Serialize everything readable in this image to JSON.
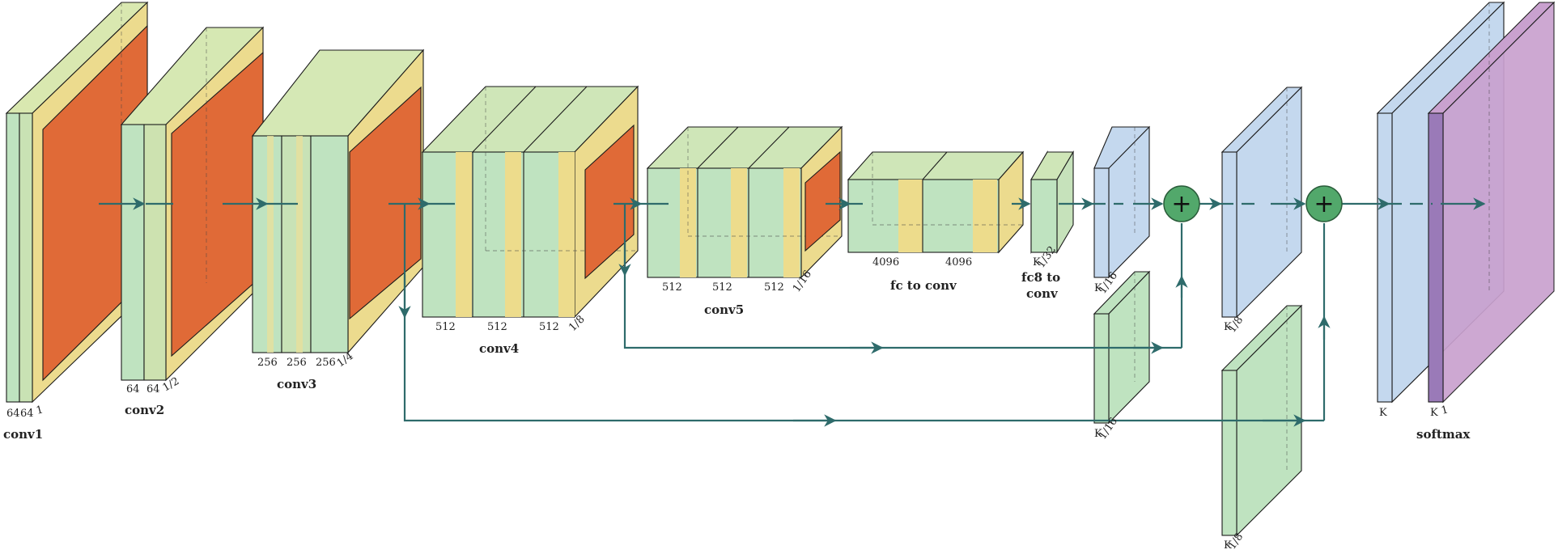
{
  "colors": {
    "green": "#bfe3c0",
    "yellow": "#eddc8c",
    "orange": "#e06a37",
    "blue": "#c4d8ee",
    "purple": "#c9a1cf",
    "arrow": "#2e6b6b",
    "sum_node": "#52a86b"
  },
  "labels": {
    "conv1": "conv1",
    "conv2": "conv2",
    "conv3": "conv3",
    "conv4": "conv4",
    "conv5": "conv5",
    "fc": "fc to conv",
    "fc8_line1": "fc8 to",
    "fc8_line2": "conv",
    "softmax": "softmax"
  },
  "dims": {
    "c1a": "64",
    "c1b": "64",
    "c1c": "1",
    "c2a": "64",
    "c2b": "64",
    "c2c": "1/2",
    "c3a": "256",
    "c3b": "256",
    "c3c": "256",
    "c3d": "1/4",
    "c4a": "512",
    "c4b": "512",
    "c4c": "512",
    "c4d": "1/8",
    "c5a": "512",
    "c5b": "512",
    "c5c": "512",
    "c5d": "1/16",
    "fca": "4096",
    "fcb": "4096",
    "fc8": "K",
    "fc8s": "1/32",
    "up1": "K",
    "up1s": "1/16",
    "p4": "K",
    "p4s": "1/16",
    "up2": "K",
    "up2s": "1/8",
    "p3": "K",
    "p3s": "1/8",
    "out1": "K",
    "out2": "K",
    "out2s": "1"
  },
  "symbols": {
    "sum1": "+",
    "sum2": "+"
  }
}
